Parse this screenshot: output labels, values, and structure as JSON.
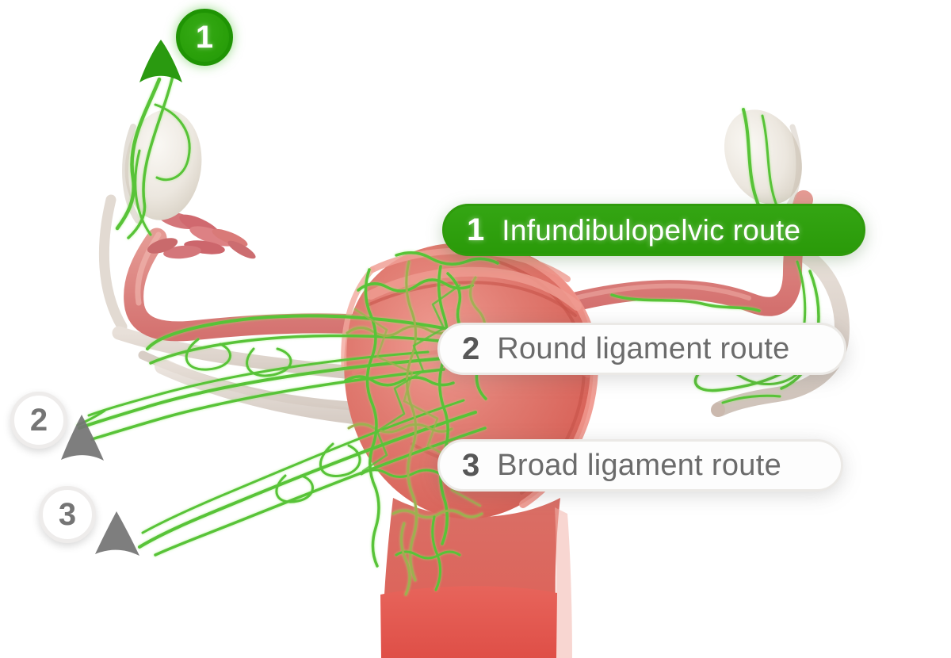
{
  "figure": {
    "description": "Anatomical diagram of a uterus with ovaries showing three lymphatic drainage routes highlighted by green lymph vessels",
    "background_color": "#ffffff"
  },
  "colors": {
    "route_green": "#2a9a09",
    "route_green_border": "#1f9404",
    "vessel_green": "#58c338",
    "vessel_olive": "#9db04f",
    "uterus_pink": "#dd6e64",
    "vaginal_band_red": "#df4f47",
    "ovary_cream": "#ece7df",
    "ligament_beige": "#d8cec6",
    "label_white": "#fdfdfd",
    "label_text_gray": "#6b6b6b",
    "arrow_gray": "#747474"
  },
  "labels": [
    {
      "number": "1",
      "text": "Infundibulopelvic route",
      "highlighted": true
    },
    {
      "number": "2",
      "text": "Round ligament route",
      "highlighted": false
    },
    {
      "number": "3",
      "text": "Broad ligament route",
      "highlighted": false
    }
  ],
  "markers": [
    {
      "number": "1",
      "style": "green",
      "arrow_direction": "up"
    },
    {
      "number": "2",
      "style": "white",
      "arrow_direction": "down-left"
    },
    {
      "number": "3",
      "style": "white",
      "arrow_direction": "down-left"
    }
  ]
}
